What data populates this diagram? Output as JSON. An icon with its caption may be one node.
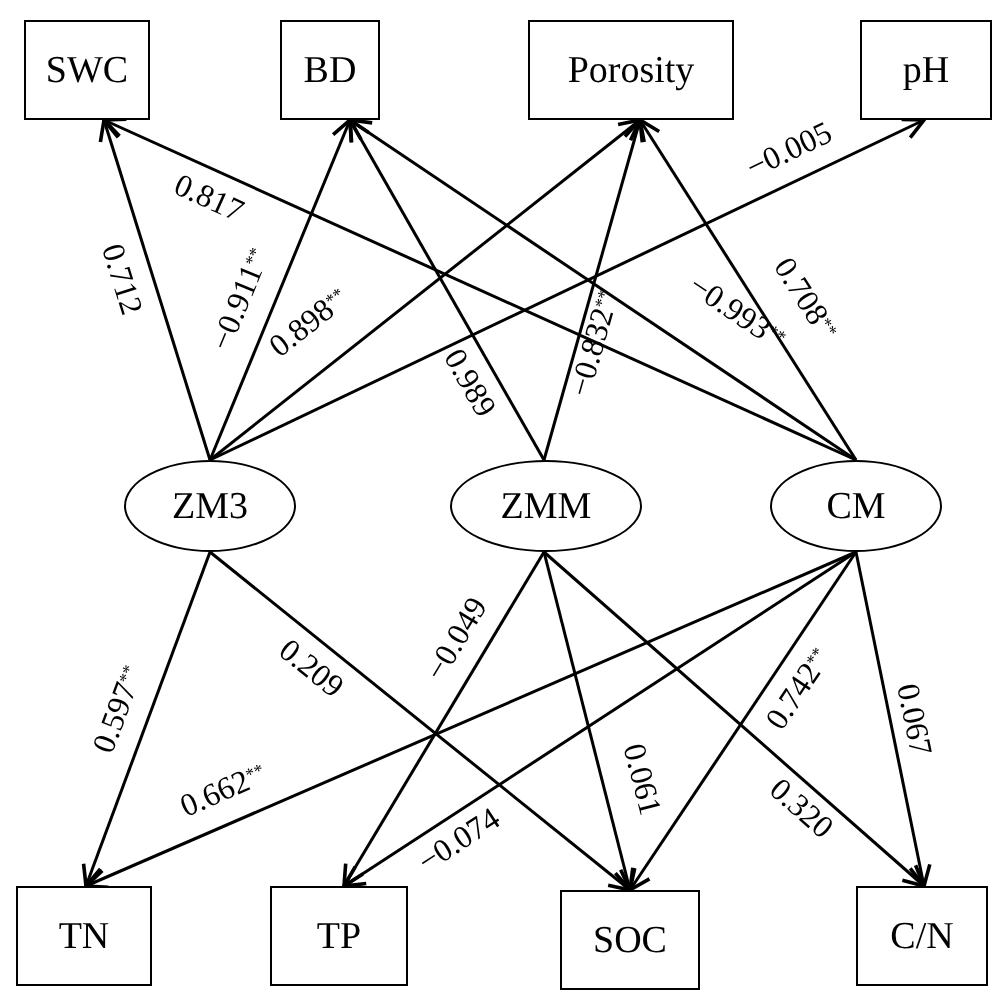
{
  "diagram": {
    "nodes": [
      {
        "text": [
          "SWC"
        ]
      },
      {
        "text": [
          "BD"
        ]
      },
      {
        "text": [
          "Porosity"
        ]
      },
      {
        "text": [
          "pH"
        ]
      },
      {
        "text": [
          "ZM3"
        ]
      },
      {
        "text": [
          "ZMM"
        ]
      },
      {
        "text": [
          "CM"
        ]
      },
      {
        "text": [
          "TN"
        ]
      },
      {
        "text": [
          "TP"
        ]
      },
      {
        "text": [
          "SOC"
        ]
      },
      {
        "text": [
          "C/N"
        ]
      }
    ],
    "edges": [
      {
        "from": 4,
        "to": 0,
        "arrow": "to",
        "label": "0.712"
      },
      {
        "from": 4,
        "to": 1,
        "arrow": "to",
        "label": "−0.911$^{**}$"
      },
      {
        "from": 4,
        "to": 2,
        "arrow": "to",
        "label": "0.898$^{**}$"
      },
      {
        "from": 4,
        "to": 3,
        "arrow": "to",
        "label": "−0.005"
      },
      {
        "from": 5,
        "to": 1,
        "arrow": "to",
        "label": "0.989"
      },
      {
        "from": 5,
        "to": 2,
        "arrow": "to",
        "label": "−0.832$^{**}$"
      },
      {
        "from": 6,
        "to": 0,
        "arrow": "to",
        "label": "0.817"
      },
      {
        "from": 6,
        "to": 1,
        "arrow": "to",
        "label": "−0.993$^{**}$"
      },
      {
        "from": 6,
        "to": 2,
        "arrow": "to",
        "label": "0.708$^{**}$"
      },
      {
        "from": 4,
        "to": 7,
        "arrow": "to",
        "label": "0.597$^{**}$"
      },
      {
        "from": 4,
        "to": 9,
        "arrow": "to",
        "label": "0.209"
      },
      {
        "from": 5,
        "to": 8,
        "arrow": "to",
        "label": "−0.049"
      },
      {
        "from": 5,
        "to": 9,
        "arrow": "to",
        "label": "0.061"
      },
      {
        "from": 5,
        "to": 10,
        "arrow": "to",
        "label": "0.320"
      },
      {
        "from": 6,
        "to": 7,
        "arrow": "to",
        "label": "0.662$^{**}$"
      },
      {
        "from": 6,
        "to": 8,
        "arrow": "to",
        "label": "−0.074"
      },
      {
        "from": 6,
        "to": 9,
        "arrow": "to",
        "label": "0.742$^{**}$"
      },
      {
        "from": 6,
        "to": 10,
        "arrow": "to",
        "label": "0.067"
      }
    ]
  }
}
